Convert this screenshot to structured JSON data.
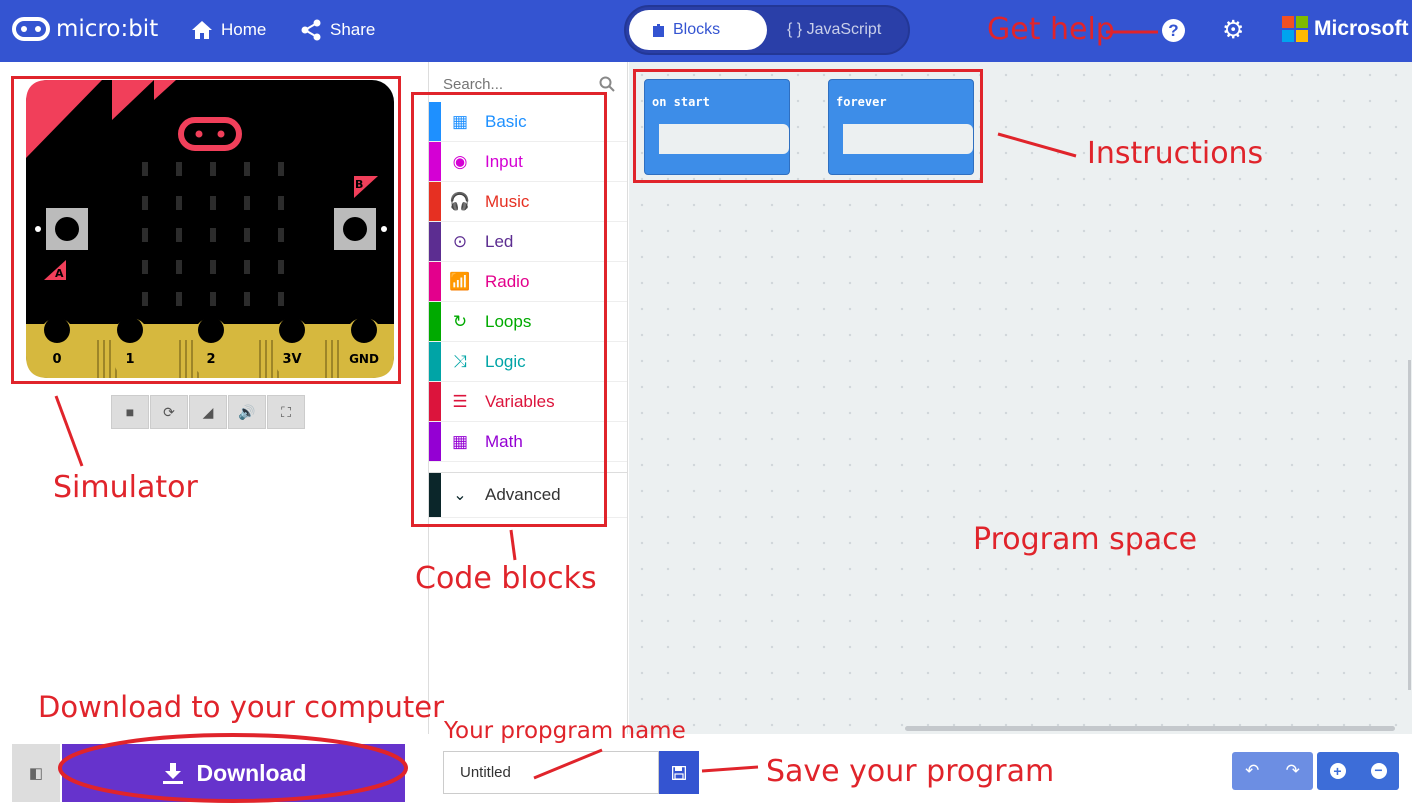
{
  "header": {
    "brand": "micro:bit",
    "home": "Home",
    "share": "Share",
    "tab_blocks": "Blocks",
    "tab_js": "{ } JavaScript",
    "microsoft": "Microsoft"
  },
  "toolbox": {
    "search_placeholder": "Search...",
    "categories": [
      {
        "label": "Basic",
        "color": "#1e90ff",
        "icon": "grid-icon"
      },
      {
        "label": "Input",
        "color": "#d400d4",
        "icon": "target-icon"
      },
      {
        "label": "Music",
        "color": "#e63022",
        "icon": "headphones-icon"
      },
      {
        "label": "Led",
        "color": "#5c2d91",
        "icon": "toggle-icon"
      },
      {
        "label": "Radio",
        "color": "#e3008c",
        "icon": "signal-icon"
      },
      {
        "label": "Loops",
        "color": "#00aa00",
        "icon": "refresh-icon"
      },
      {
        "label": "Logic",
        "color": "#00a4a6",
        "icon": "shuffle-icon"
      },
      {
        "label": "Variables",
        "color": "#dc143c",
        "icon": "lines-icon"
      },
      {
        "label": "Math",
        "color": "#9400d3",
        "icon": "calculator-icon"
      }
    ],
    "advanced": {
      "label": "Advanced",
      "color": "#0b262a"
    }
  },
  "workspace": {
    "blocks": [
      "on start",
      "forever"
    ]
  },
  "simulator": {
    "pins": [
      "0",
      "1",
      "2",
      "3V",
      "GND"
    ],
    "btn_a": "A",
    "btn_b": "B"
  },
  "bottom": {
    "download": "Download",
    "project_name": "Untitled"
  },
  "annotations": {
    "get_help": "Get help",
    "instructions": "Instructions",
    "simulator": "Simulator",
    "code_blocks": "Code blocks",
    "program_space": "Program space",
    "download_hint": "Download to your computer",
    "program_name": "Your propgram name",
    "save": "Save your program"
  }
}
